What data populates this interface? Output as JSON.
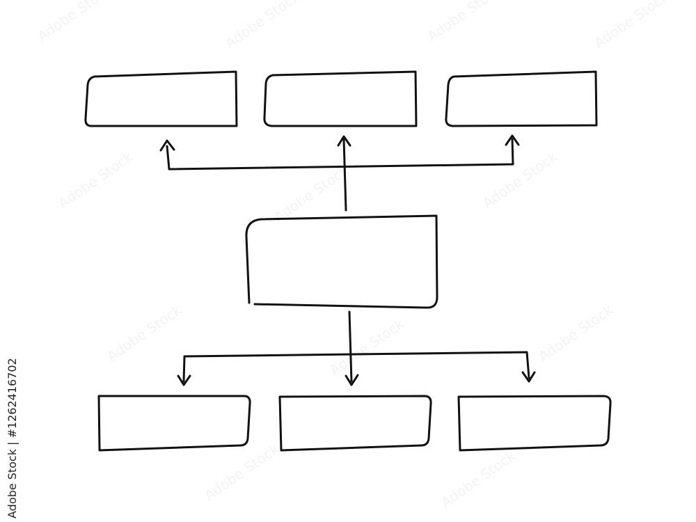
{
  "diagram": {
    "type": "hand-drawn-flowchart",
    "stroke_color": "#111111",
    "background_color": "#ffffff",
    "nodes": [
      {
        "id": "center-box",
        "label": ""
      },
      {
        "id": "top-left-box",
        "label": ""
      },
      {
        "id": "top-middle-box",
        "label": ""
      },
      {
        "id": "top-right-box",
        "label": ""
      },
      {
        "id": "bottom-left-box",
        "label": ""
      },
      {
        "id": "bottom-middle-box",
        "label": ""
      },
      {
        "id": "bottom-right-box",
        "label": ""
      }
    ],
    "edges": [
      {
        "from": "center-box",
        "to": "top-left-box"
      },
      {
        "from": "center-box",
        "to": "top-middle-box"
      },
      {
        "from": "center-box",
        "to": "top-right-box"
      },
      {
        "from": "center-box",
        "to": "bottom-left-box"
      },
      {
        "from": "center-box",
        "to": "bottom-middle-box"
      },
      {
        "from": "center-box",
        "to": "bottom-right-box"
      }
    ]
  },
  "watermark": {
    "stock_id": "Adobe Stock | #1262416702"
  }
}
